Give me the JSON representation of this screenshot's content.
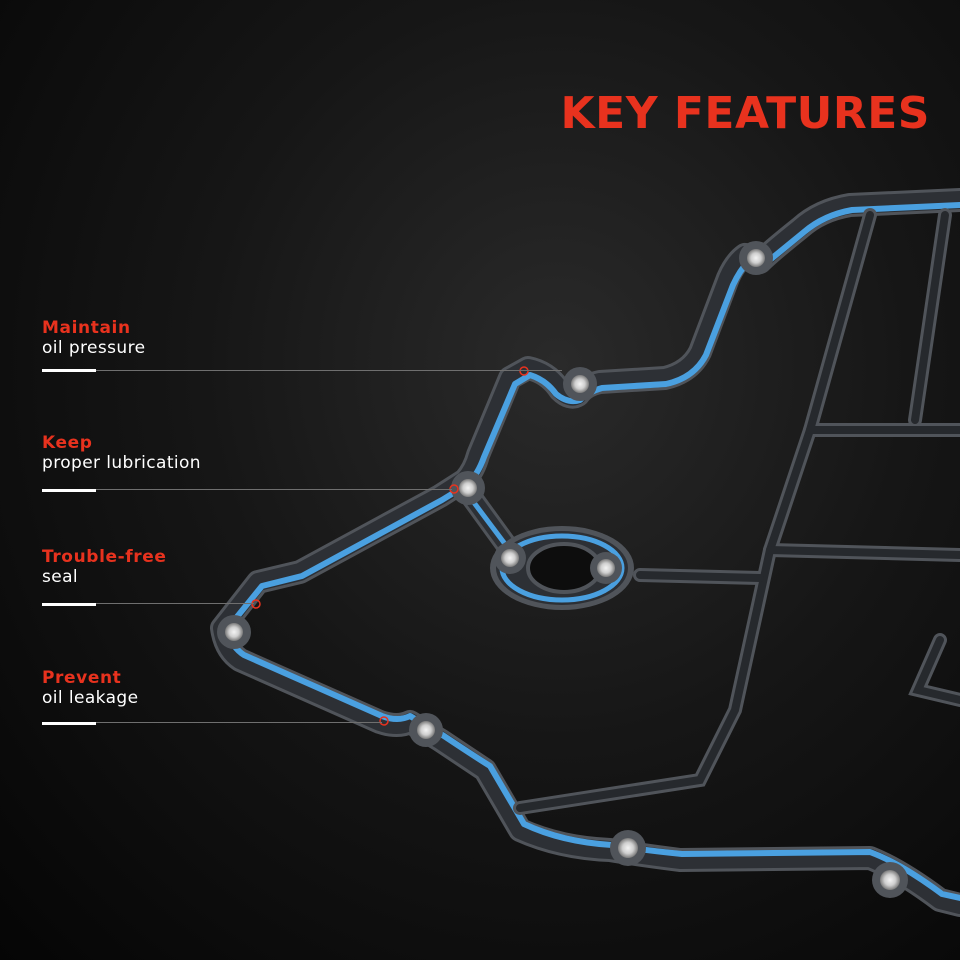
{
  "title": "KEY FEATURES",
  "features": [
    {
      "highlight": "Maintain",
      "text": "oil pressure"
    },
    {
      "highlight": "Keep",
      "text": "proper lubrication"
    },
    {
      "highlight": "Trouble-free",
      "text": "seal"
    },
    {
      "highlight": "Prevent",
      "text": "oil leakage"
    }
  ],
  "colors": {
    "accent": "#e8321e",
    "gasket_body": "#3a3e43",
    "gasket_edge": "#7c8086",
    "seal_bead": "#4aa0e0",
    "background": "#0b0b0b"
  },
  "icons": [
    "gasket-illustration"
  ]
}
